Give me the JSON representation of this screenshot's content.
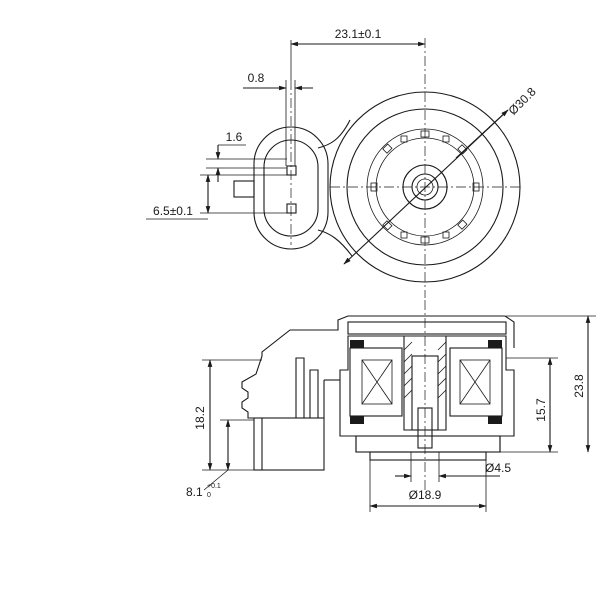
{
  "dimensions": {
    "top_width": "23.1±0.1",
    "pin_thickness": "0.8",
    "pin_width": "1.6",
    "pin_spacing": "6.5±0.1",
    "outer_diameter": "Ø30.8",
    "connector_height": "18.2",
    "base_height": "8.1",
    "base_tol_upper": "+0.1",
    "base_tol_lower": "0",
    "coil_height": "15.7",
    "total_height": "23.8",
    "bore_diameter": "Ø4.5",
    "base_diameter": "Ø18.9"
  },
  "colors": {
    "line": "#1a1a1a",
    "background": "#ffffff"
  }
}
